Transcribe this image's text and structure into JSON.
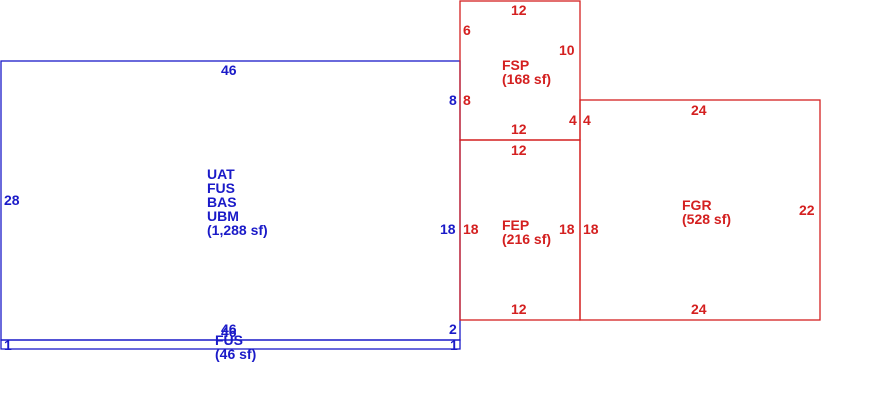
{
  "colors": {
    "living": "#1a1ac8",
    "attached": "#d42020"
  },
  "living_area": {
    "codes": [
      "UAT",
      "FUS",
      "BAS",
      "UBM"
    ],
    "area": "(1,288 sf)",
    "dims": {
      "top": "46",
      "left": "28",
      "right": "8",
      "right_lower": "18",
      "bottom": "46",
      "right_bottom": "2"
    }
  },
  "strip": {
    "code": "FUS",
    "area": "(46 sf)",
    "dims": {
      "top": "46",
      "left": "1",
      "right": "1"
    }
  },
  "fsp": {
    "code": "FSP",
    "area": "(168 sf)",
    "dims": {
      "top": "12",
      "left_top": "6",
      "left": "8",
      "right": "10",
      "bottom": "12",
      "right_lower": "4"
    }
  },
  "fep": {
    "code": "FEP",
    "area": "(216 sf)",
    "dims": {
      "top": "12",
      "left": "18",
      "right": "18",
      "bottom": "12"
    }
  },
  "fgr": {
    "code": "FGR",
    "area": "(528 sf)",
    "dims": {
      "top": "24",
      "left": "4",
      "left_lower": "18",
      "right": "22",
      "bottom": "24"
    }
  }
}
